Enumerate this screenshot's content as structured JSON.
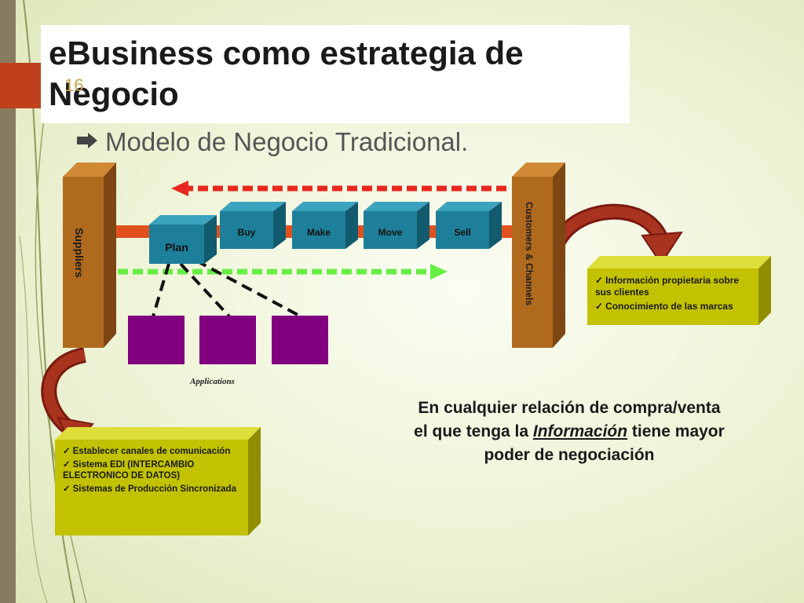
{
  "slide": {
    "title": "eBusiness como estrategia de Negocio",
    "number": "16",
    "subtitle": "Modelo de Negocio Tradicional."
  },
  "diagram": {
    "suppliers_label": "Suppliers",
    "customers_label": "Customers & Channels",
    "steps": [
      "Plan",
      "Buy",
      "Make",
      "Move",
      "Sell"
    ],
    "applications_label": "Applications",
    "customer_benefits": [
      "Información propietaria sobre sus clientes",
      "Conocimiento de las marcas"
    ],
    "supplier_benefits": [
      "Establecer canales de comunicación",
      "Sistema EDI (INTERCAMBIO ELECTRONICO DE DATOS)",
      "Sistemas de Producción Sincronizada"
    ]
  },
  "statement": {
    "line1": "En cualquier relación de compra/venta el que tenga la",
    "emphasis": "Información",
    "line2": "tiene mayor poder de negociación"
  },
  "colors": {
    "orange": "#c1401c",
    "olive": "#c3c200",
    "purple": "#800080",
    "teal": "#1d7f9a",
    "pillar": "#b06a1e",
    "red_arrow": "#e8281e",
    "green_arrow": "#66ee44"
  }
}
